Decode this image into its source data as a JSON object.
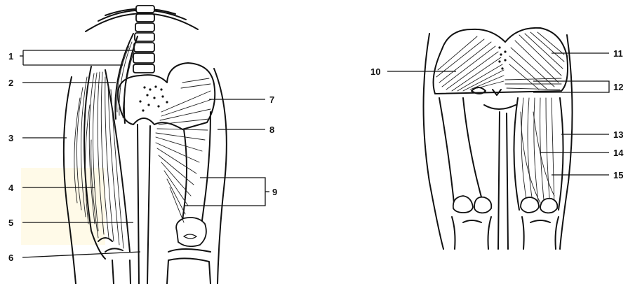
{
  "labels": {
    "l1": "1",
    "l2": "2",
    "l3": "3",
    "l4": "4",
    "l5": "5",
    "l6": "6",
    "l7": "7",
    "l8": "8",
    "l9": "9",
    "l10": "10",
    "l11": "11",
    "l12": "12",
    "l13": "13",
    "l14": "14",
    "l15": "15"
  },
  "colors": {
    "ink": "#111111",
    "paper": "#ffffff",
    "tint": "#fff6d8"
  }
}
